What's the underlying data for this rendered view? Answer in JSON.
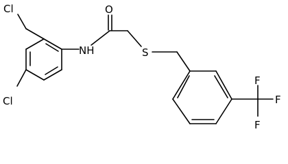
{
  "molecule": {
    "atoms": {
      "chlorine_top": "Cl",
      "chlorine_bottom": "Cl",
      "amide_nh": "NH",
      "carbonyl_oxygen": "O",
      "thioether_sulfur": "S",
      "fluorine_top": "F",
      "fluorine_right": "F",
      "fluorine_bottom": "F"
    }
  }
}
